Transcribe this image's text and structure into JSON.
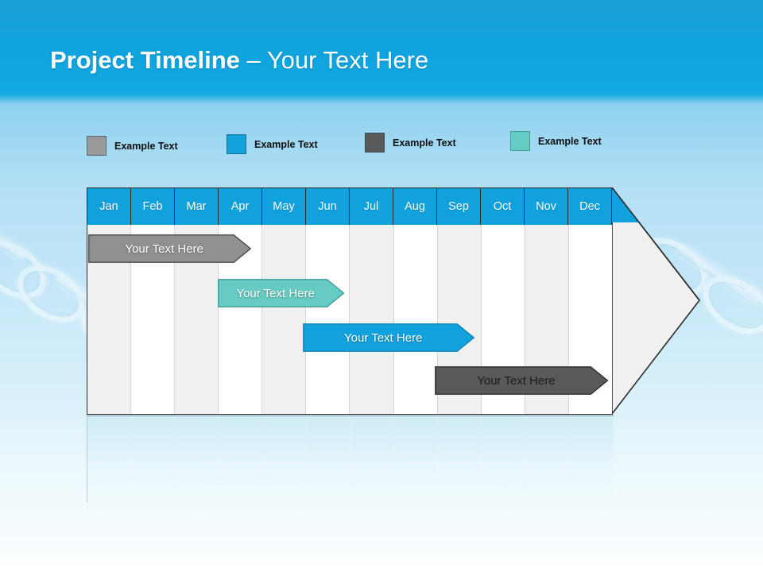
{
  "slide": {
    "title_bold": "Project Timeline",
    "title_light": " – Your Text Here",
    "background_top_color": "#0fa3dd",
    "background_bottom_color": "#ffffff",
    "decoration": "chain-photo-watermark"
  },
  "legend": {
    "items": [
      {
        "label": "Example Text",
        "color": "#9a9a9a",
        "name": "legend-swatch-gray"
      },
      {
        "label": "Example Text",
        "color": "#11a2dd",
        "name": "legend-swatch-blue"
      },
      {
        "label": "Example Text",
        "color": "#595959",
        "name": "legend-swatch-dark-gray"
      },
      {
        "label": "Example Text",
        "color": "#66cbc2",
        "name": "legend-swatch-teal"
      }
    ]
  },
  "timeline": {
    "header_color": "#11a2dd",
    "months": [
      "Jan",
      "Feb",
      "Mar",
      "Apr",
      "May",
      "Jun",
      "Jul",
      "Aug",
      "Sep",
      "Oct",
      "Nov",
      "Dec"
    ],
    "band_shape": "right-pointing-arrow",
    "column_shade_color": "#f0f0f0",
    "column_plain_color": "#ffffff",
    "bars": [
      {
        "label": "Your  Text Here",
        "color": "#909090",
        "border": "#4a4a4a",
        "text_style": "light",
        "start_month": "Jan",
        "end_month": "Apr",
        "row": 1
      },
      {
        "label": "Your  Text Here",
        "color": "#66cbc2",
        "border": "#3f9d96",
        "text_style": "light",
        "start_month": "Mar",
        "end_month": "Jun",
        "row": 2
      },
      {
        "label": "Your  Text Here",
        "color": "#11a2dd",
        "border": "#0b84b6",
        "text_style": "light",
        "start_month": "May",
        "end_month": "Sep",
        "row": 3
      },
      {
        "label": "Your  Text Here",
        "color": "#595959",
        "border": "#2e2e2e",
        "text_style": "dark",
        "start_month": "Sep",
        "end_month": "Dec",
        "row": 4
      }
    ]
  }
}
